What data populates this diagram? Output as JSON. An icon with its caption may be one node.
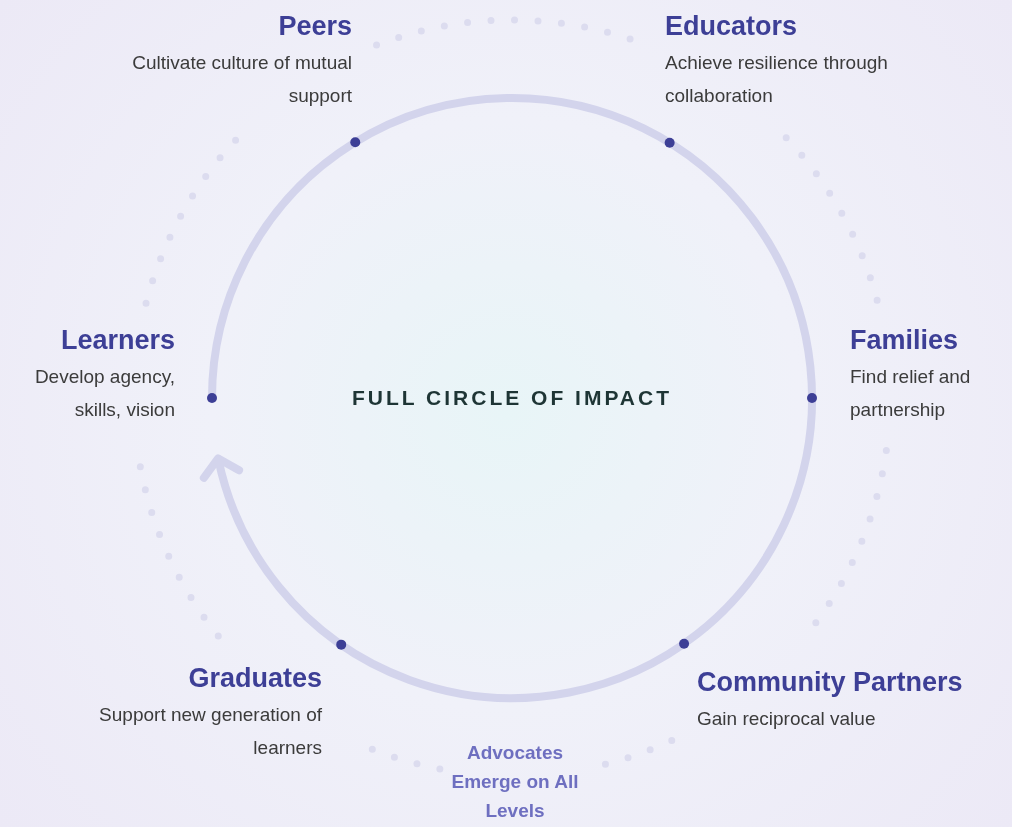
{
  "diagram": {
    "title": "FULL CIRCLE OF IMPACT",
    "nodes": [
      {
        "text": [
          "Peers",
          "Cultivate culture of mutual support"
        ]
      },
      {
        "text": [
          "Educators",
          "Achieve resilience through collaboration"
        ]
      },
      {
        "text": [
          "Learners",
          "Develop agency, skills, vision"
        ]
      },
      {
        "text": [
          "Families",
          "Find relief and partnership"
        ]
      },
      {
        "text": [
          "Graduates",
          "Support new generation of learners"
        ]
      },
      {
        "text": [
          "Community Partners",
          "Gain reciprocal value"
        ]
      }
    ],
    "labels": [
      "Advocates Emerge on All Levels"
    ]
  }
}
